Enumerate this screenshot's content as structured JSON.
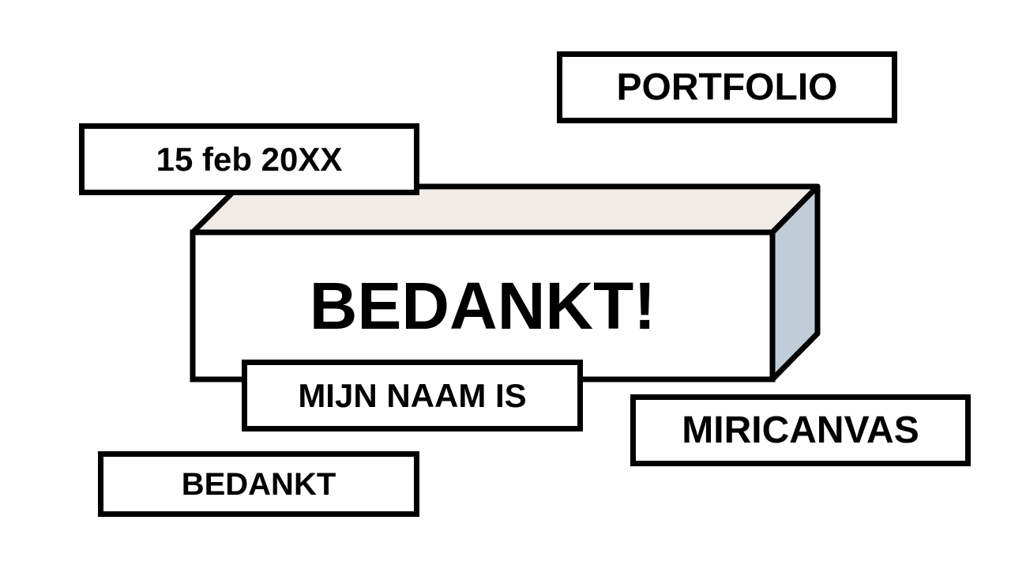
{
  "slide": {
    "title": "BEDANKT!",
    "tag_top": "PORTFOLIO",
    "date": "15 feb 20XX",
    "name_prefix": "MIJN NAAM IS",
    "name": "MIRICANVAS",
    "footer_label": "BEDANKT"
  },
  "colors": {
    "box_top_face": "#f1ebe7",
    "box_side_face": "#c0cdd9",
    "outline": "#000000",
    "background": "#ffffff"
  }
}
